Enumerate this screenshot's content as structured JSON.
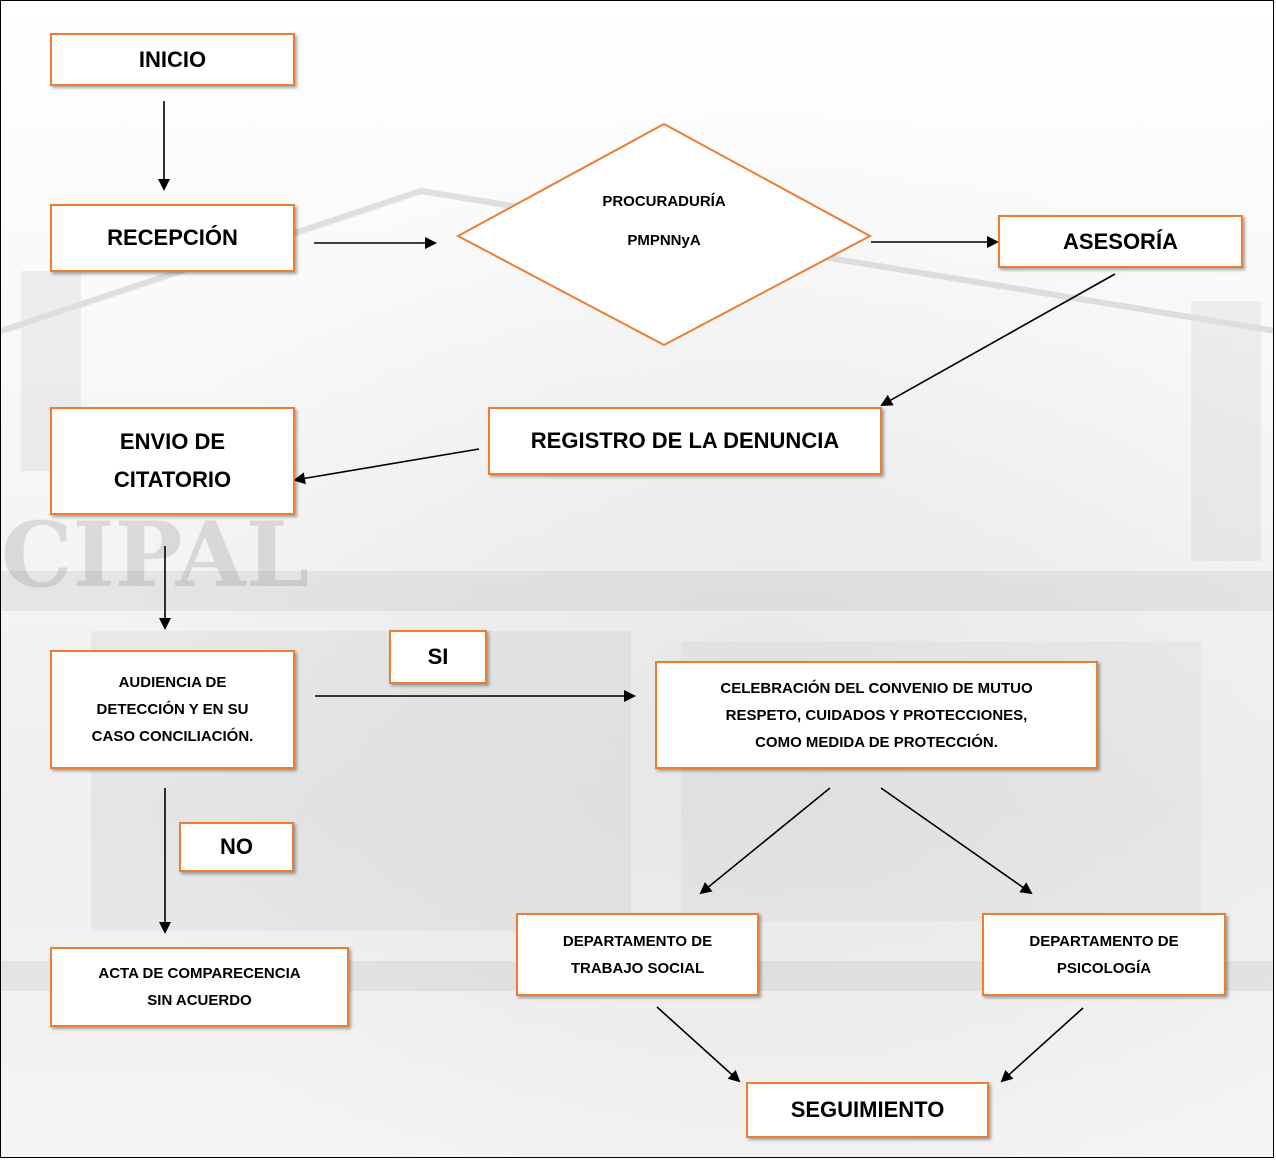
{
  "flowchart": {
    "inicio": "INICIO",
    "recepcion": "RECEPCIÓN",
    "procuraduria_line1": "PROCURADURÍA",
    "procuraduria_line2": "PMPNNyA",
    "asesoria": "ASESORÍA",
    "registro": "REGISTRO DE LA DENUNCIA",
    "envio_line1": "ENVIO DE",
    "envio_line2": "CITATORIO",
    "audiencia_line1": "AUDIENCIA DE",
    "audiencia_line2": "DETECCIÓN Y EN SU",
    "audiencia_line3": "CASO CONCILIACIÓN.",
    "si": "SI",
    "no": "NO",
    "celebracion_line1": "CELEBRACIÓN DEL CONVENIO DE MUTUO",
    "celebracion_line2": "RESPETO, CUIDADOS Y PROTECCIONES,",
    "celebracion_line3": "COMO MEDIDA DE PROTECCIÓN.",
    "acta_line1": "ACTA DE COMPARECENCIA",
    "acta_line2": "SIN ACUERDO",
    "trabajo_line1": "DEPARTAMENTO DE",
    "trabajo_line2": "TRABAJO SOCIAL",
    "psicologia_line1": "DEPARTAMENTO DE",
    "psicologia_line2": "PSICOLOGÍA",
    "seguimiento": "SEGUIMIENTO"
  },
  "colors": {
    "box_border": "#ed7d31",
    "arrow": "#000000"
  }
}
